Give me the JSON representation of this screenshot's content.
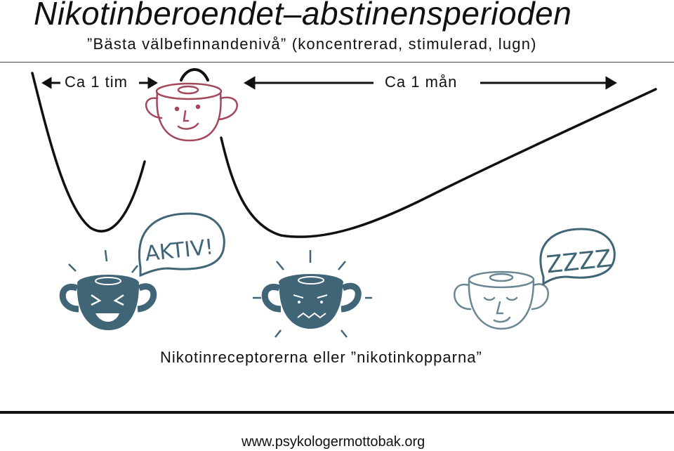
{
  "header": {
    "title": "Nikotinberoendet–abstinensperioden",
    "subtitle": "”Bästa välbefinnandenivå” (koncentrerad, stimulerad, lugn)"
  },
  "timeline": {
    "short_label": "Ca 1 tim",
    "long_label": "Ca 1 mån"
  },
  "speech": {
    "active": "AKTIV!",
    "sleep": "ZZZZ"
  },
  "caption": "Nikotinreceptorerna eller ”nikotinkopparna”",
  "footer": "www.psykologermottobak.org",
  "colors": {
    "ink": "#111111",
    "cup_dark": "#3f6577",
    "cup_pink": "#a3485a",
    "cup_light": "#6a8794"
  }
}
